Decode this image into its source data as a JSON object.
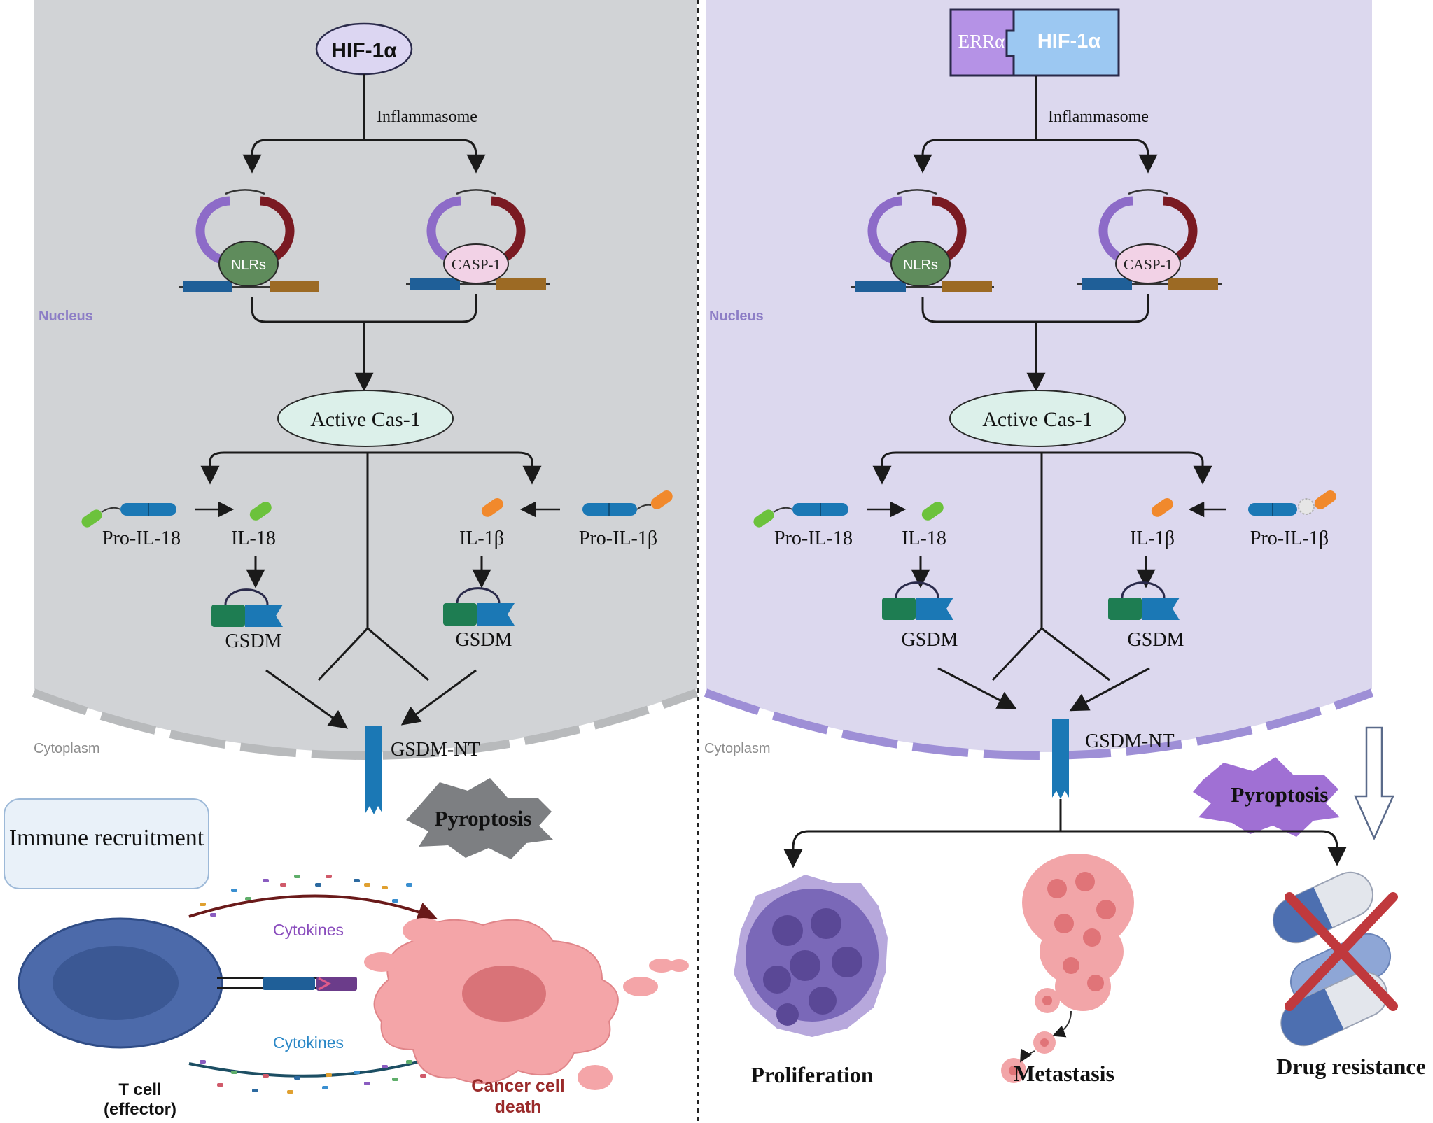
{
  "colors": {
    "left_nucleus_fill": "#d1d3d6",
    "right_nucleus_fill": "#dcd8ee",
    "nlrs": "#5f8c5c",
    "casp1": "#f2d2e6",
    "active_cas1": "#dcf0ea",
    "gene_blue": "#1f5f98",
    "gene_brown": "#9c6a24",
    "loop_purple": "#8d6bc8",
    "loop_dark_red": "#7a1a22",
    "gsdm_green": "#1e7d52",
    "gsdm_blue": "#1b78b5",
    "il18_green": "#6cc23c",
    "il1b_orange": "#f1892c",
    "pyroptosis_gray": "#7d7f82",
    "pyroptosis_purple": "#a070d4",
    "cancer_pink": "#f4a5a8",
    "t_cell_blue": "#4c6aaa",
    "tumor_purple": "#6b5aa6",
    "cross_red": "#c0393d"
  },
  "icons": [
    "dna-loop-icon",
    "gene-bar-icon",
    "gasdermin-icon",
    "pore-icon",
    "pyroptosis-cell-icon",
    "t-cell-icon",
    "cancer-cell-icon",
    "tumor-icon",
    "metastasis-cluster-icon",
    "capsule-pill-icon",
    "cross-icon",
    "arrow-icon"
  ],
  "left_panel": {
    "top_factor": "HIF-1α",
    "inflammasome_label": "Inflammasome",
    "nlrs_label": "NLRs",
    "casp1_label": "CASP-1",
    "nucleus_label": "Nucleus",
    "active_cas1_label": "Active Cas-1",
    "pro_il18_label": "Pro-IL-18",
    "il18_label": "IL-18",
    "il1b_label": "IL-1β",
    "pro_il1b_label": "Pro-IL-1β",
    "gsdm_left_label": "GSDM",
    "gsdm_right_label": "GSDM",
    "cytoplasm_label": "Cytoplasm",
    "gsdm_nt_label": "GSDM-NT",
    "pyroptosis_label": "Pyroptosis",
    "immune_recruitment_label": "Immune recruitment",
    "cytokines_top_label": "Cytokines",
    "cytokines_bottom_label": "Cytokines",
    "t_cell_label_line1": "T cell",
    "t_cell_label_line2": "(effector)",
    "cancer_death_line1": "Cancer cell",
    "cancer_death_line2": "death"
  },
  "right_panel": {
    "errα_label": "ERRα",
    "hif_label": "HIF-1α",
    "inflammasome_label": "Inflammasome",
    "nlrs_label": "NLRs",
    "casp1_label": "CASP-1",
    "nucleus_label": "Nucleus",
    "active_cas1_label": "Active Cas-1",
    "pro_il18_label": "Pro-IL-18",
    "il18_label": "IL-18",
    "il1b_label": "IL-1β",
    "pro_il1b_label": "Pro-IL-1β",
    "gsdm_left_label": "GSDM",
    "gsdm_right_label": "GSDM",
    "cytoplasm_label": "Cytoplasm",
    "gsdm_nt_label": "GSDM-NT",
    "pyroptosis_label": "Pyroptosis",
    "proliferation_label": "Proliferation",
    "metastasis_label": "Metastasis",
    "drug_resistance_label": "Drug resistance"
  }
}
